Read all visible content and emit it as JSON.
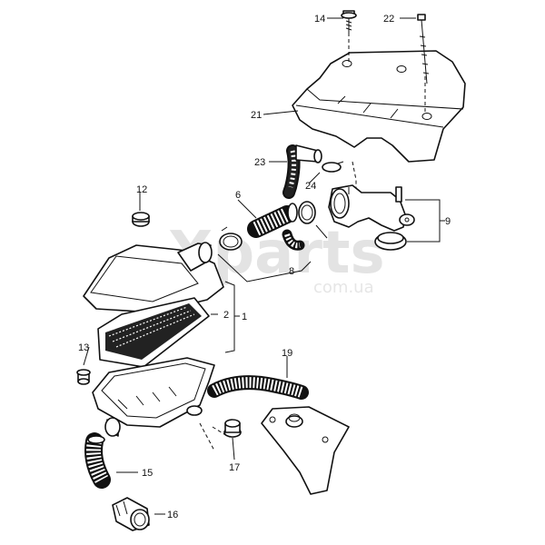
{
  "watermark": {
    "brand": "Xparts",
    "domain": "com.ua"
  },
  "callouts": {
    "c1": "1",
    "c2": "2",
    "c6": "6",
    "c8": "8",
    "c9": "9",
    "c12": "12",
    "c13": "13",
    "c14": "14",
    "c15": "15",
    "c16": "16",
    "c17": "17",
    "c19": "19",
    "c21": "21",
    "c22": "22",
    "c23": "23",
    "c24": "24"
  }
}
